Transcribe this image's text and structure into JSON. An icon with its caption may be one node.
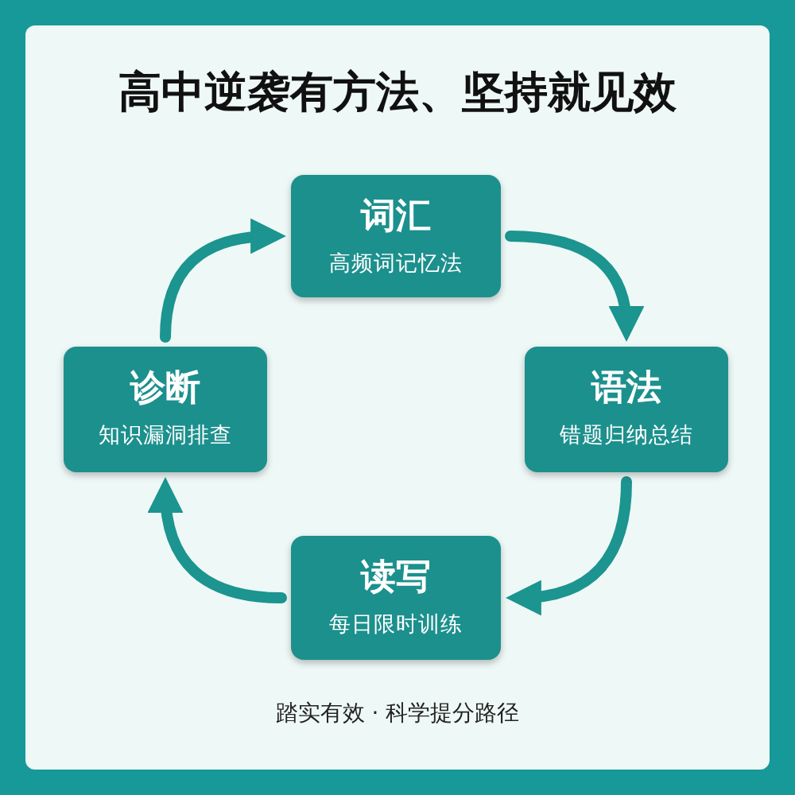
{
  "diagram": {
    "title": "高中逆袭有方法、坚持就见效",
    "nodes": [
      {
        "text": [
          "词汇",
          "高频词记忆法"
        ]
      },
      {
        "text": [
          "语法",
          "错题归纳总结"
        ]
      },
      {
        "text": [
          "读写",
          "每日限时训练"
        ]
      },
      {
        "text": [
          "诊断",
          "知识漏洞排查"
        ]
      }
    ],
    "edges": [
      {
        "from": 0,
        "to": 1,
        "arrow": "to"
      },
      {
        "from": 1,
        "to": 2,
        "arrow": "to"
      },
      {
        "from": 2,
        "to": 3,
        "arrow": "to"
      },
      {
        "from": 3,
        "to": 0,
        "arrow": "to"
      }
    ],
    "caption": "踏实有效 · 科学提分路径"
  }
}
